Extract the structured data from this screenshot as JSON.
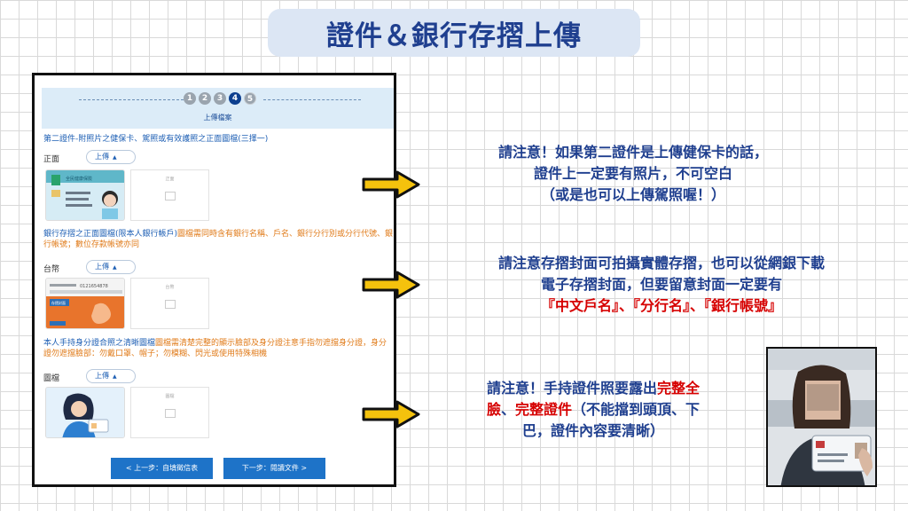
{
  "title": "證件＆銀行存摺上傳",
  "panel": {
    "steps": [
      "1",
      "2",
      "3",
      "4",
      "5"
    ],
    "active_step": 4,
    "step_label": "上傳檔案",
    "section1": {
      "title": "第二證件-附照片之健保卡、駕照或有效護照之正面圖檔(三擇一)",
      "field_label": "正面",
      "upload_label": "上傳",
      "blank_label": "正面",
      "card_text": "全民健康保險"
    },
    "section2": {
      "title": "銀行存摺之正面圖檔(限本人銀行帳戶)",
      "note": "圖檔需同時含有銀行名稱、戶名、銀行分行別或分行代號、銀行帳號；數位存款帳號亦同",
      "field_label": "台幣",
      "upload_label": "上傳",
      "blank_label": "台幣",
      "passbook_title": "存摺封面",
      "passbook_number": "0121654878"
    },
    "section3": {
      "title": "本人手持身分證合照之清晰圖檔",
      "note": "圖檔需清楚完整的顯示臉部及身分證注意手指勿遮擋身分證，身分證勿遮擋臉部：勿戴口罩、帽子；勿模糊、閃光或使用特殊相機",
      "field_label": "圖檔",
      "upload_label": "上傳",
      "blank_label": "圖檔"
    },
    "prev_button": "< 上一步：自填徵信表",
    "next_button": "下一步：閱讀文件 >"
  },
  "notes": {
    "note1": [
      "請注意！如果第二證件是上傳健保卡的話，",
      "證件上一定要有照片，不可空白",
      "（或是也可以上傳駕照喔！）"
    ],
    "note2_lines": [
      "請注意存摺封面可拍攝實體存摺，也可以從網銀下載",
      "電子存摺封面，但要留意封面一定要有"
    ],
    "note2_red": "『中文戶名』、『分行名』、『銀行帳號』",
    "note3_a": "請注意！手持證件照要露出",
    "note3_red1": "完整全",
    "note3_red2": "臉",
    "note3_b": "、",
    "note3_red3": "完整證件",
    "note3_c": "（不能擋到頭頂、下",
    "note3_d": "巴，證件內容要清晰）"
  },
  "colors": {
    "title_bg": "#dce6f4",
    "title_text": "#1f3f8f",
    "note_text": "#1f3f8f",
    "note_red": "#d60000",
    "arrow": "#f4c20d",
    "primary_button": "#1e73c8",
    "section_title": "#1e5fb4",
    "section_note": "#e07b1a"
  },
  "icons": [
    "arrow-right-icon",
    "chevron-up-icon",
    "image-placeholder-icon"
  ]
}
